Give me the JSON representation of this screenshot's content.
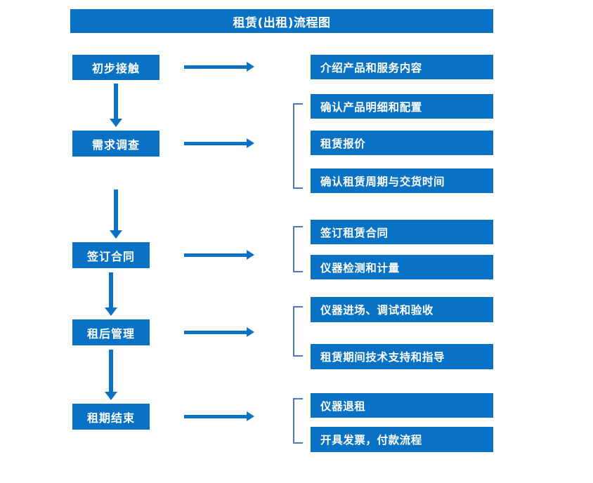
{
  "diagram": {
    "title": "租赁(出租)流程图",
    "colors": {
      "box_blue": "#0a72c4",
      "bracket_blue": "#4f7ab5",
      "box_text": "#ffffff",
      "background": "#ffffff"
    },
    "stages": [
      {
        "label": "初步接触"
      },
      {
        "label": "需求调查"
      },
      {
        "label": "签订合同"
      },
      {
        "label": "租后管理"
      },
      {
        "label": "租期结束"
      }
    ],
    "detail_groups": [
      {
        "stage": "初步接触",
        "bracketed": false,
        "items": [
          {
            "label": "介绍产品和服务内容"
          }
        ]
      },
      {
        "stage": "需求调查",
        "bracketed": true,
        "items": [
          {
            "label": "确认产品明细和配置"
          },
          {
            "label": "租赁报价"
          },
          {
            "label": "确认租赁周期与交货时间"
          }
        ]
      },
      {
        "stage": "签订合同",
        "bracketed": true,
        "items": [
          {
            "label": "签订租赁合同"
          },
          {
            "label": "仪器检测和计量"
          }
        ]
      },
      {
        "stage": "租后管理",
        "bracketed": true,
        "items": [
          {
            "label": "仪器进场、调试和验收"
          },
          {
            "label": "租赁期间技术支持和指导"
          }
        ]
      },
      {
        "stage": "租期结束",
        "bracketed": true,
        "items": [
          {
            "label": "仪器退租"
          },
          {
            "label": "开具发票，付款流程"
          }
        ]
      }
    ]
  }
}
